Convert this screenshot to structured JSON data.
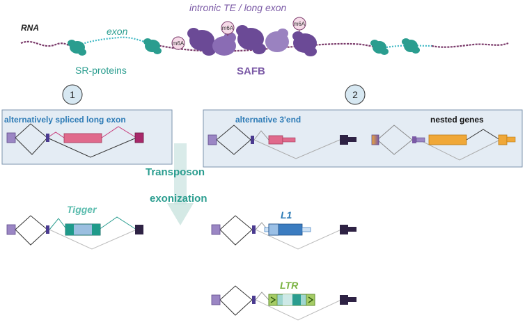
{
  "colors": {
    "intron_dark": "#7a3a6a",
    "exon_teal": "#3fb8c4",
    "sr_green": "#2a9d8f",
    "safb_purple": "#7b5aa6",
    "box_bg": "#e4ecf4",
    "box_border": "#7b93ad",
    "pink_exon": "#e06a8c",
    "orange_exon": "#f0a838",
    "dark_exon": "#3c2a4f",
    "blue_label": "#2d7bb6",
    "l1_blue": "#3b7cc0",
    "ltr_green": "#7bb342",
    "arrow_mint": "#c9e3df"
  },
  "top": {
    "rna_label": "RNA",
    "exon_label": "exon",
    "sr_label": "SR-proteins",
    "te_label": "intronic TE / long exon",
    "safb_label": "SAFB",
    "m6a_labels": [
      "m6A",
      "m6A",
      "m6A"
    ]
  },
  "badges": [
    "1",
    "2"
  ],
  "panel1": {
    "title": "alternatively spliced long exon"
  },
  "panel2": {
    "title_left": "alternative 3'end",
    "title_right": "nested genes"
  },
  "middle": {
    "line1": "Transposon",
    "line2": "exonization"
  },
  "bottom": {
    "tigger": "Tigger",
    "l1": "L1",
    "ltr": "LTR"
  }
}
